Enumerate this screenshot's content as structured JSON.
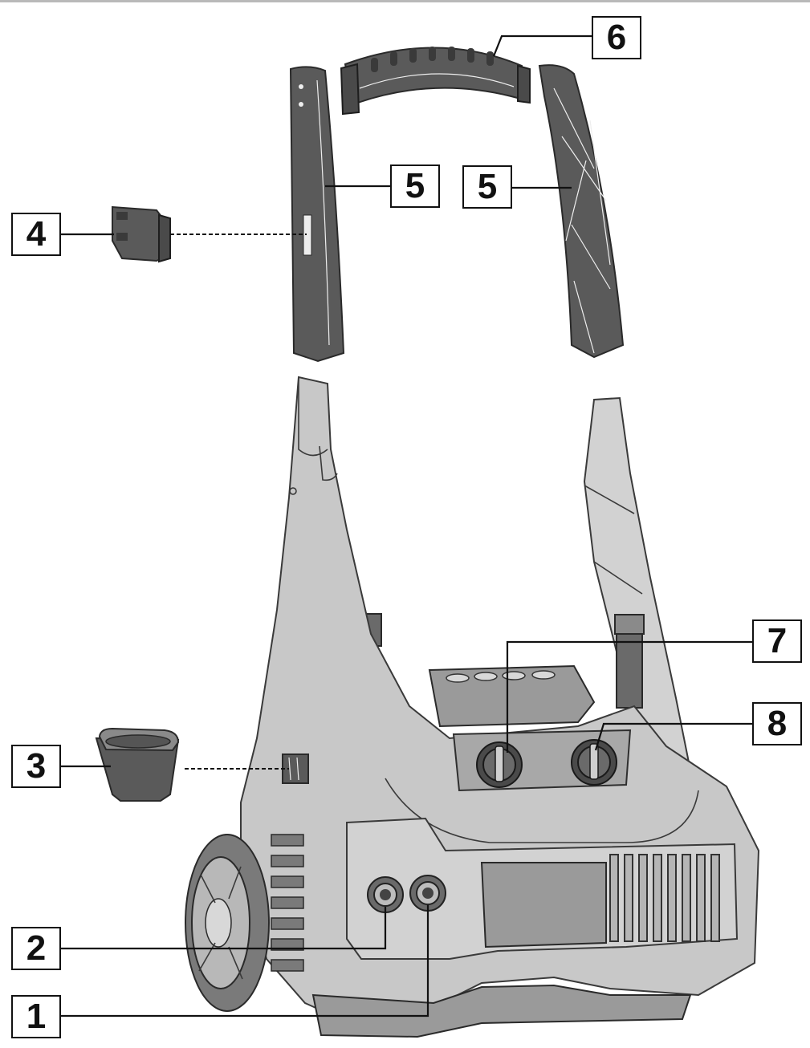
{
  "callouts": {
    "c1": "1",
    "c2": "2",
    "c3": "3",
    "c4": "4",
    "c5a": "5",
    "c5b": "5",
    "c6": "6",
    "c7": "7",
    "c8": "8"
  },
  "colors": {
    "body_grey": "#c8c8c8",
    "part_dark": "#5a5a5a",
    "outline": "#3a3a3a"
  }
}
